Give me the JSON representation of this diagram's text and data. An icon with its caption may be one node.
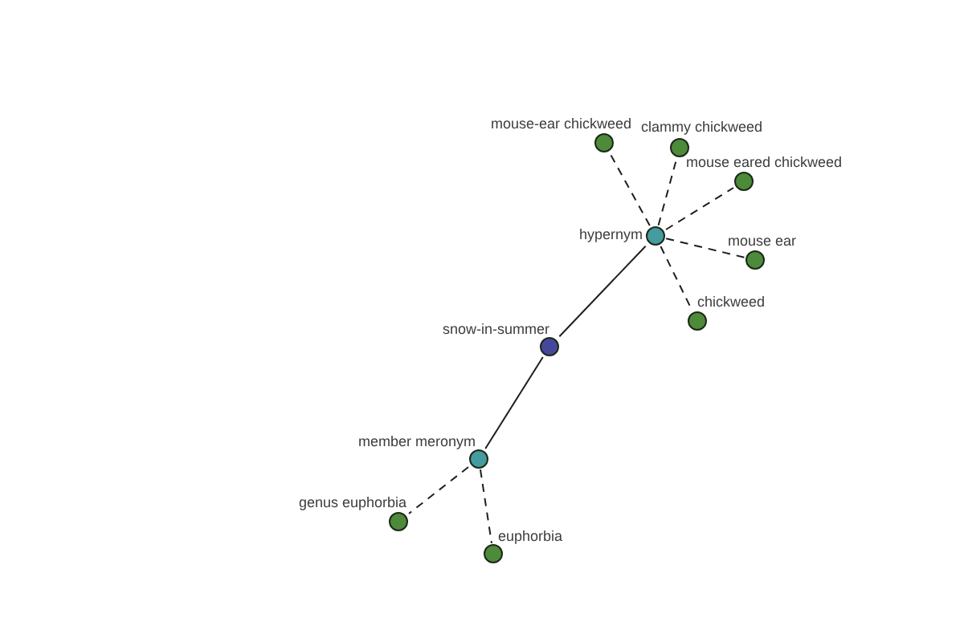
{
  "diagram": {
    "nodes": [
      {
        "text": [],
        "shape": "circle",
        "beside": [
          "mouse-ear chickweed"
        ]
      },
      {
        "text": [],
        "shape": "circle",
        "beside": [
          "clammy chickweed"
        ]
      },
      {
        "text": [],
        "shape": "circle",
        "beside": [
          "mouse eared chickweed"
        ]
      },
      {
        "text": [],
        "shape": "circle",
        "beside": [
          "hypernym"
        ]
      },
      {
        "text": [],
        "shape": "circle",
        "beside": [
          "mouse ear"
        ]
      },
      {
        "text": [],
        "shape": "circle",
        "beside": [
          "chickweed"
        ]
      },
      {
        "text": [],
        "shape": "circle",
        "beside": [
          "snow-in-summer"
        ]
      },
      {
        "text": [],
        "shape": "circle",
        "beside": [
          "member meronym"
        ]
      },
      {
        "text": [],
        "shape": "circle",
        "beside": [
          "genus euphorbia"
        ]
      },
      {
        "text": [],
        "shape": "circle",
        "beside": [
          "euphorbia"
        ]
      }
    ],
    "edges": [
      {
        "from": 3,
        "to": 0,
        "arrow": "none",
        "style": "dashed"
      },
      {
        "from": 3,
        "to": 1,
        "arrow": "none",
        "style": "dashed"
      },
      {
        "from": 3,
        "to": 2,
        "arrow": "none",
        "style": "dashed"
      },
      {
        "from": 3,
        "to": 4,
        "arrow": "none",
        "style": "dashed"
      },
      {
        "from": 3,
        "to": 5,
        "arrow": "none",
        "style": "dashed"
      },
      {
        "from": 6,
        "to": 3,
        "arrow": "none"
      },
      {
        "from": 6,
        "to": 7,
        "arrow": "none"
      },
      {
        "from": 7,
        "to": 8,
        "arrow": "none",
        "style": "dashed"
      },
      {
        "from": 7,
        "to": 9,
        "arrow": "none",
        "style": "dashed"
      }
    ]
  }
}
